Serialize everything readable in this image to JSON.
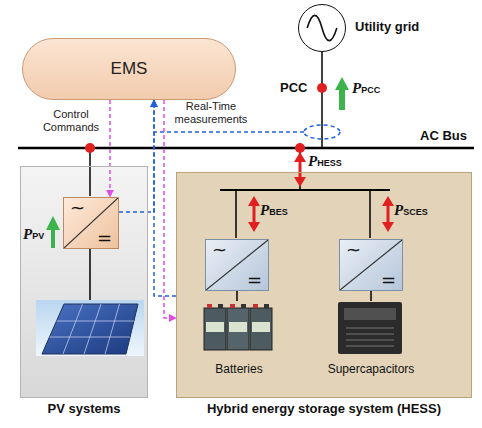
{
  "diagram": {
    "nodes": [
      {
        "text": [
          "EMS"
        ]
      },
      {
        "text": [
          "Utility grid"
        ]
      },
      {
        "text": [
          "PV systems"
        ]
      },
      {
        "text": [
          "~",
          "="
        ],
        "in": 2
      },
      {
        "text": [
          "Hybrid energy storage system (HESS)"
        ]
      },
      {
        "text": [
          "~",
          "="
        ],
        "in": 4
      },
      {
        "text": [
          "~",
          "="
        ],
        "in": 4
      },
      {
        "text": [
          "Batteries"
        ],
        "in": 4
      },
      {
        "text": [
          "Supercapacitors"
        ],
        "in": 4
      }
    ],
    "edges": [
      {
        "from": 0,
        "to": 3,
        "arrow": "to"
      },
      {
        "from": 0,
        "to": 4,
        "arrow": "to"
      },
      {
        "from": 3,
        "to": 0,
        "arrow": "to"
      },
      {
        "from": 4,
        "to": 0,
        "arrow": "to"
      },
      {
        "from": 5,
        "to": 7,
        "arrow": "none"
      },
      {
        "from": 6,
        "to": 8,
        "arrow": "none"
      }
    ],
    "labels": [
      "PCC",
      "PPCC",
      "AC Bus",
      "Control Commands",
      "Real-Time measurements",
      "PPV",
      "PHESS",
      "PBES",
      "PSCES"
    ]
  }
}
